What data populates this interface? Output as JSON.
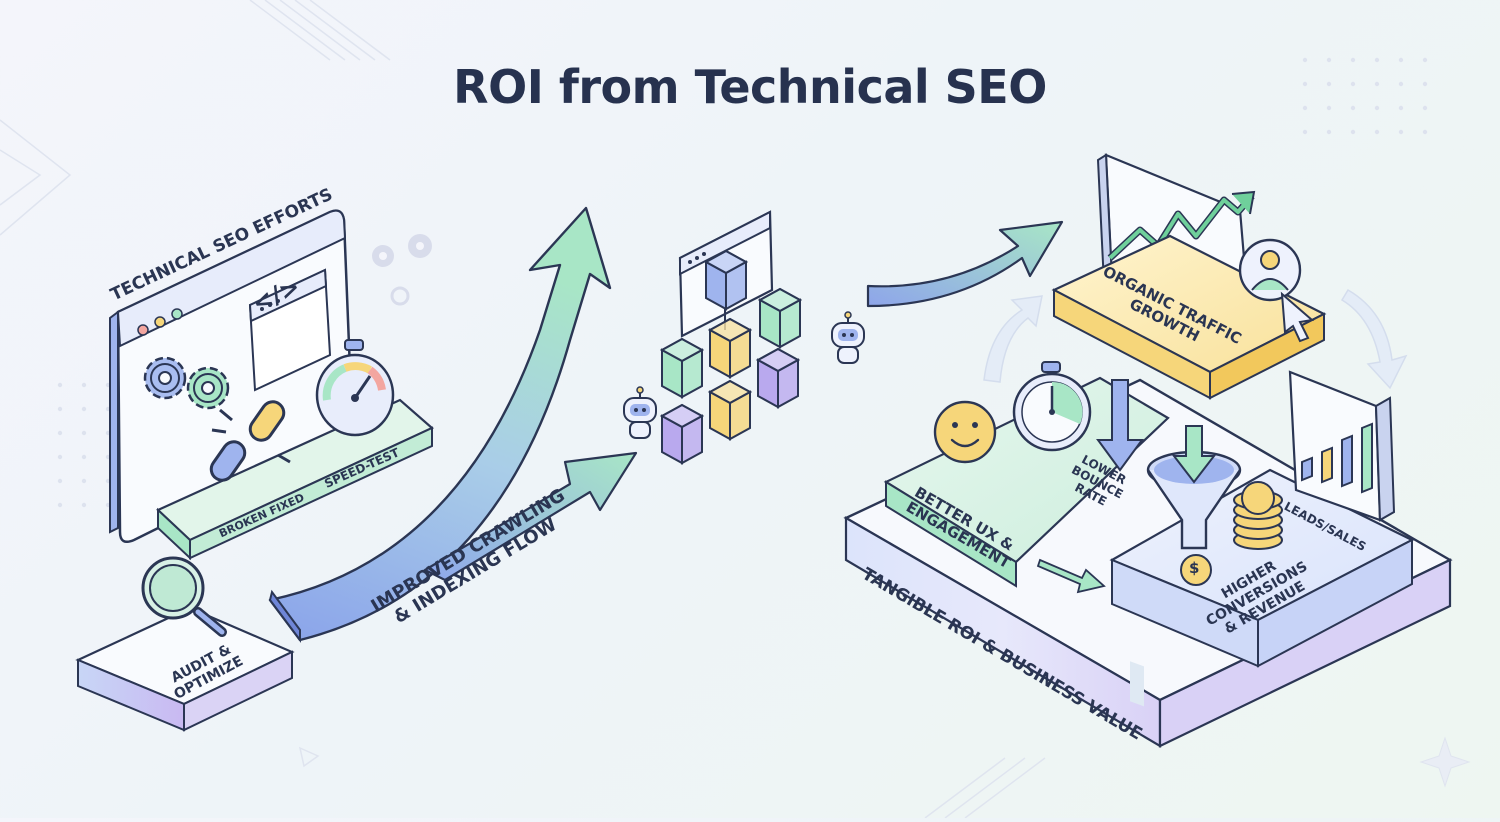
{
  "title": "ROI from Technical SEO",
  "left": {
    "heading": "TECHNICAL SEO EFFORTS",
    "broken_fixed": "BROKEN FIXED",
    "speed_test": "SPEED-TEST",
    "audit_line1": "AUDIT &",
    "audit_line2": "OPTIMIZE"
  },
  "middle": {
    "flow_line1": "IMPROVED CRAWLING",
    "flow_line2": "& INDEXING FLOW"
  },
  "right": {
    "traffic_line1": "ORGANIC TRAFFIC",
    "traffic_line2": "GROWTH",
    "ux_line1": "BETTER UX &",
    "ux_line2": "ENGAGEMENT",
    "bounce_line1": "LOWER",
    "bounce_line2": "BOUNCE",
    "bounce_line3": "RATE",
    "leads": "LEADS/SALES",
    "conv_line1": "HIGHER",
    "conv_line2": "CONVERSIONS",
    "conv_line3": "& REVENUE",
    "base": "TANGIBLE ROI & BUSINESS VALUE",
    "dollar": "$"
  },
  "icons": {
    "code": "</>",
    "browser_dots": "•••"
  },
  "colors": {
    "navy": "#27324f",
    "blue": "#9fb4ee",
    "green": "#a8e6c6",
    "yellow": "#f6d67a",
    "purple": "#b9a9ee",
    "panel": "#f7f9fd"
  }
}
